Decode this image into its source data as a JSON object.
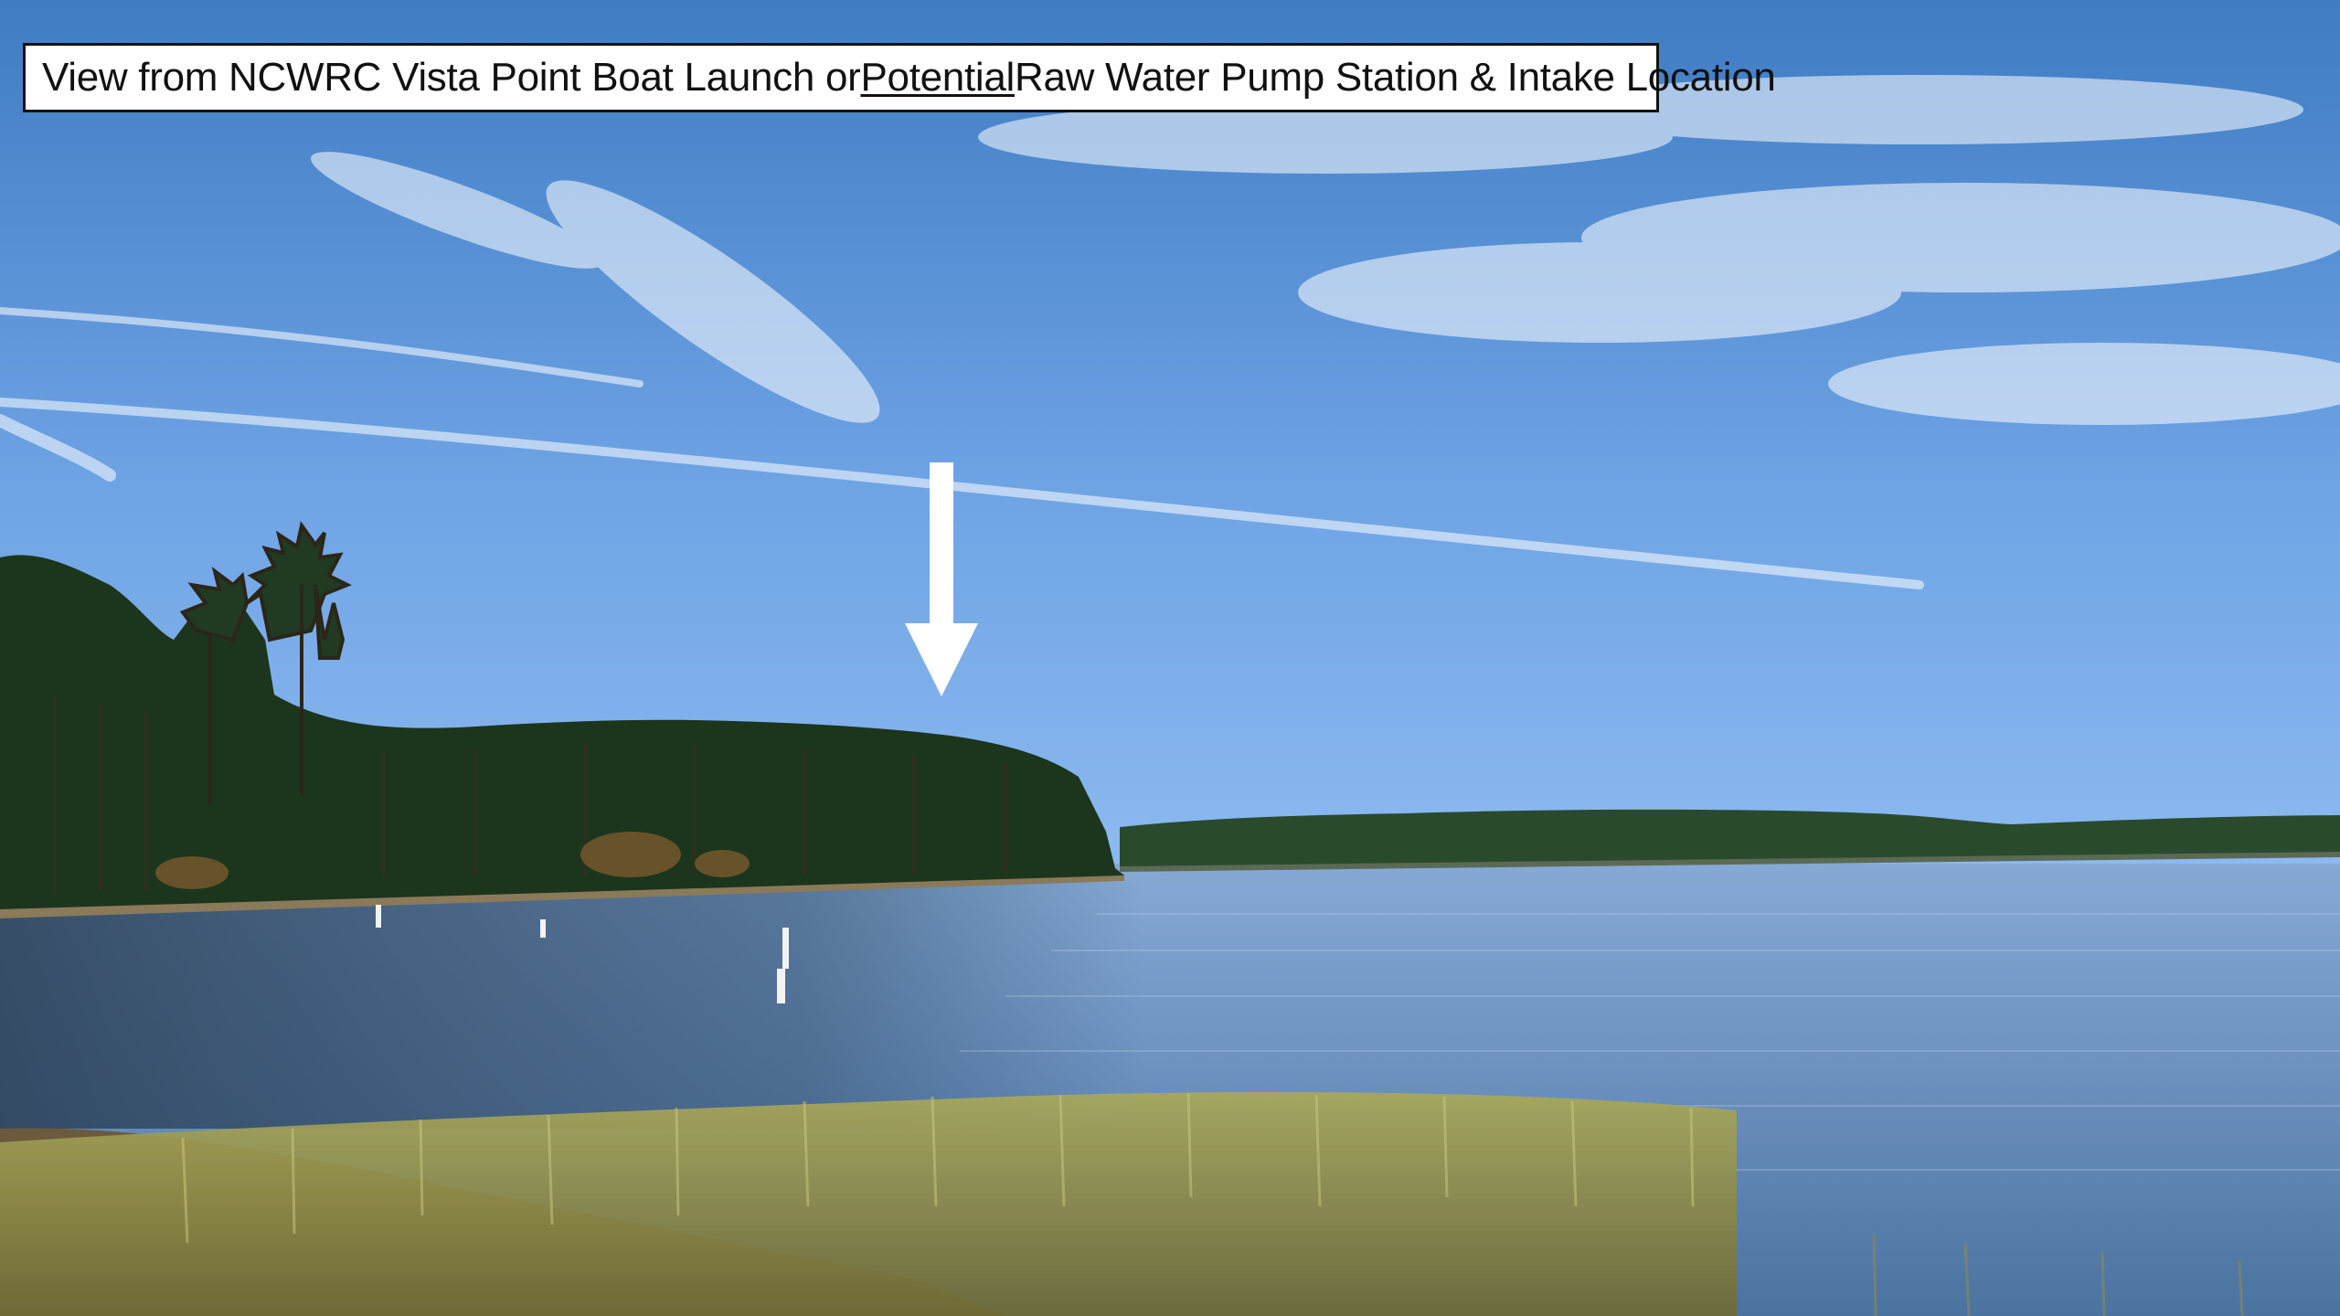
{
  "caption": {
    "before": "View from NCWRC Vista Point Boat Launch or",
    "emphasis": "Potential",
    "after": "Raw Water Pump Station & Intake Location"
  },
  "colors": {
    "sky_top": "#3f7cc4",
    "sky_horizon": "#86b6ef",
    "water_far": "#7fa3cf",
    "water_near": "#3e6590",
    "treeline": "#1e3a1f",
    "reeds": "#9c9a4c",
    "arrow": "#ffffff"
  },
  "icons": {
    "pointer": "down-arrow-icon"
  }
}
